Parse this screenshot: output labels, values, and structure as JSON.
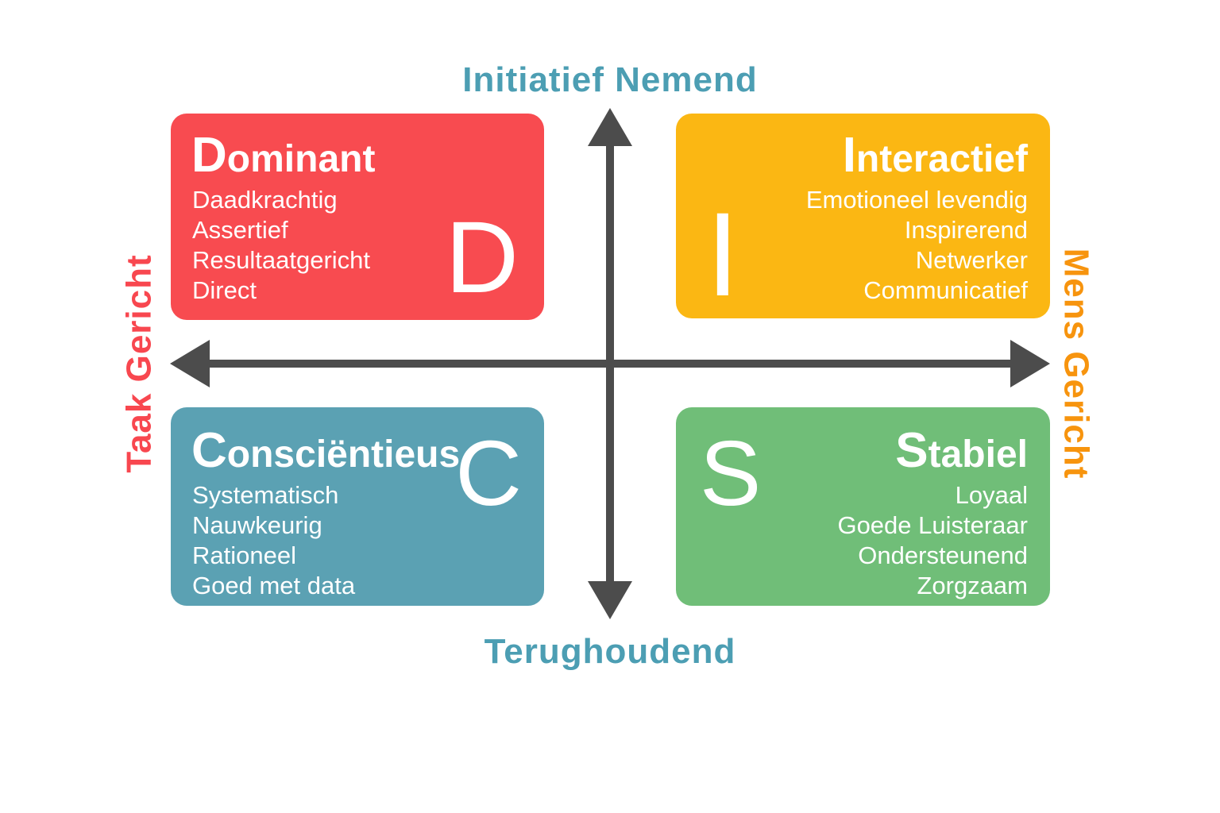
{
  "axes": {
    "top": "Initiatief Nemend",
    "bottom": "Terughoudend",
    "left": "Taak Gericht",
    "right": "Mens Gericht"
  },
  "quadrants": {
    "dominant": {
      "letter": "D",
      "title_initial": "D",
      "title_rest": "ominant",
      "traits": [
        "Daadkrachtig",
        "Assertief",
        "Resultaatgericht",
        "Direct"
      ]
    },
    "interactief": {
      "letter": "I",
      "title_initial": "I",
      "title_rest": "nteractief",
      "traits": [
        "Emotioneel levendig",
        "Inspirerend",
        "Netwerker",
        "Communicatief"
      ]
    },
    "conscientieus": {
      "letter": "C",
      "title_initial": "C",
      "title_rest": "onsciëntieus",
      "traits": [
        "Systematisch",
        "Nauwkeurig",
        "Rationeel",
        "Goed met data"
      ]
    },
    "stabiel": {
      "letter": "S",
      "title_initial": "S",
      "title_rest": "tabiel",
      "traits": [
        "Loyaal",
        "Goede Luisteraar",
        "Ondersteunend",
        "Zorgzaam"
      ]
    }
  },
  "colors": {
    "dominant_box": "#F84B50",
    "interactief_box": "#FBB713",
    "conscientieus_box": "#5BA1B3",
    "stabiel_box": "#70BE78",
    "axis_top_bottom_text": "#4C9EB3",
    "axis_left_text": "#F8474F",
    "axis_right_text": "#F7940E",
    "arrow": "#4C4C4C",
    "card_text": "#FFFFFF"
  }
}
